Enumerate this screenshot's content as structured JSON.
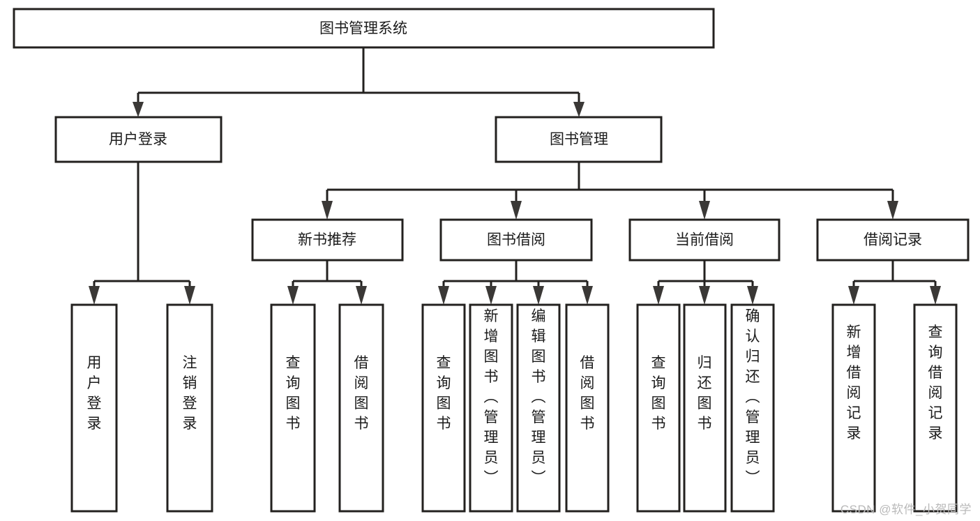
{
  "diagram": {
    "type": "tree-hierarchy",
    "title": "图书管理系统",
    "watermark": "CSDN @软件_小贺同学",
    "colors": {
      "background": "#ffffff",
      "box_fill": "#ffffff",
      "box_stroke": "#23211f",
      "connector": "#23211f",
      "text": "#1b1b1b",
      "watermark": "#b9b9b9"
    },
    "levels": {
      "root": {
        "label": "图书管理系统"
      },
      "level2": [
        {
          "label": "用户登录"
        },
        {
          "label": "图书管理"
        }
      ],
      "level3": [
        {
          "label": "新书推荐"
        },
        {
          "label": "图书借阅"
        },
        {
          "label": "当前借阅"
        },
        {
          "label": "借阅记录"
        }
      ]
    },
    "leaves": {
      "user_login": [
        {
          "label": "用户登录"
        },
        {
          "label": "注销登录"
        }
      ],
      "new_book_recommend": [
        {
          "label": "查询图书"
        },
        {
          "label": "借阅图书"
        }
      ],
      "book_borrow": [
        {
          "label": "查询图书"
        },
        {
          "label": "新增图书（管理员）"
        },
        {
          "label": "编辑图书（管理员）"
        },
        {
          "label": "借阅图书"
        }
      ],
      "current_borrow": [
        {
          "label": "查询图书"
        },
        {
          "label": "归还图书"
        },
        {
          "label": "确认归还（管理员）"
        }
      ],
      "borrow_record": [
        {
          "label": "新增借阅记录"
        },
        {
          "label": "查询借阅记录"
        }
      ]
    }
  }
}
